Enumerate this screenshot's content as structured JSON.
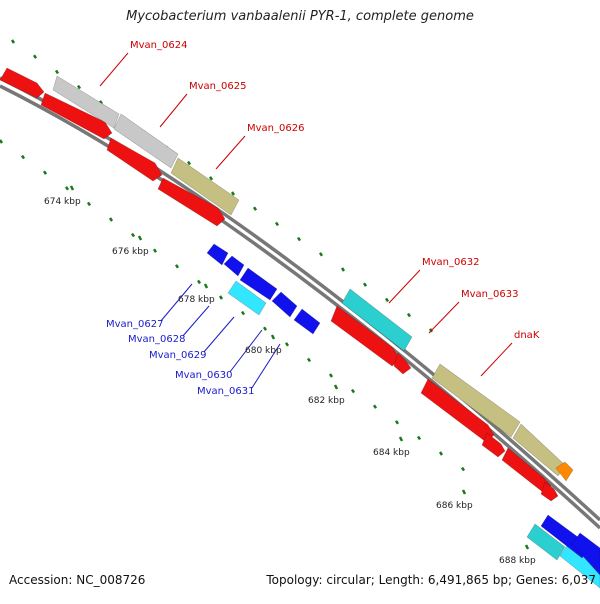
{
  "title": "Mycobacterium vanbaalenii PYR-1, complete genome",
  "accession": "Accession: NC_008726",
  "summary": "Topology: circular; Length: 6,491,865 bp; Genes: 6,037",
  "colors": {
    "forward_gene": "#ee1111",
    "reverse_gene": "#1111ee",
    "grey_feature": "#c8c8c8",
    "olive_feature": "#c6bf82",
    "cyan_feature": "#2ccfcf",
    "light_cyan_feature": "#33e6ff",
    "orange_feature": "#ff8800",
    "backbone": "#777777",
    "tick": "#1a7a1a",
    "forward_label": "#cc0000",
    "reverse_label": "#1a1acc"
  },
  "scale_labels": [
    "674 kbp",
    "676 kbp",
    "678 kbp",
    "680 kbp",
    "682 kbp",
    "684 kbp",
    "686 kbp",
    "688 kbp"
  ],
  "forward_gene_labels": [
    "Mvan_0624",
    "Mvan_0625",
    "Mvan_0626",
    "Mvan_0632",
    "Mvan_0633",
    "dnaK"
  ],
  "reverse_gene_labels": [
    "Mvan_0627",
    "Mvan_0628",
    "Mvan_0629",
    "Mvan_0630",
    "Mvan_0631"
  ]
}
